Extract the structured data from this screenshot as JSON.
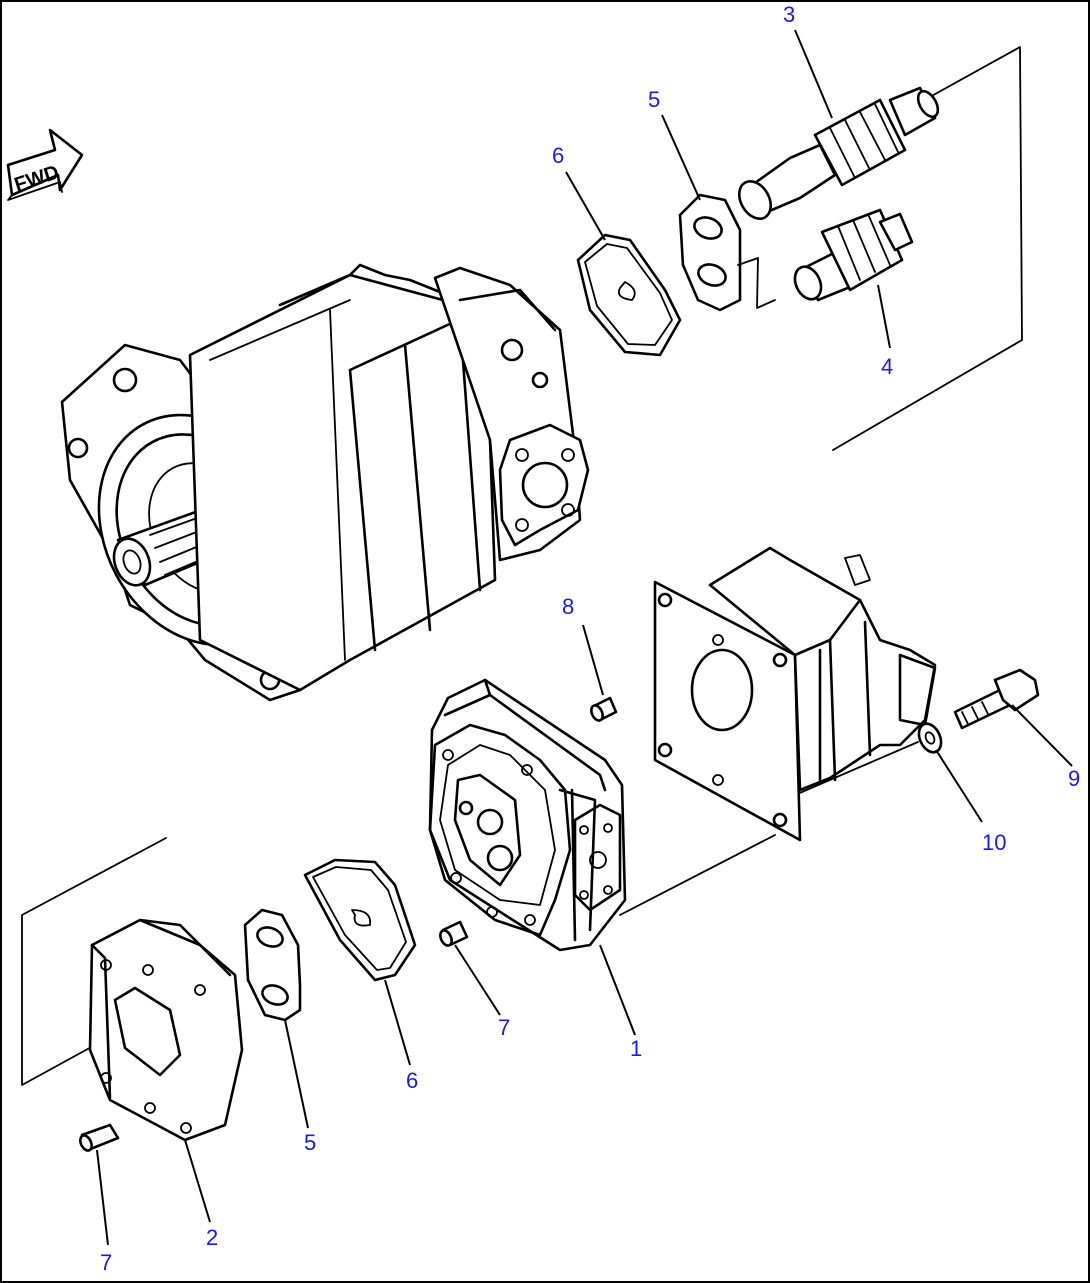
{
  "fwd_label": "FWD",
  "callouts": [
    {
      "id": "c1",
      "label": "1"
    },
    {
      "id": "c2",
      "label": "2"
    },
    {
      "id": "c3",
      "label": "3"
    },
    {
      "id": "c4",
      "label": "4"
    },
    {
      "id": "c5a",
      "label": "5"
    },
    {
      "id": "c5b",
      "label": "5"
    },
    {
      "id": "c6a",
      "label": "6"
    },
    {
      "id": "c6b",
      "label": "6"
    },
    {
      "id": "c7a",
      "label": "7"
    },
    {
      "id": "c7b",
      "label": "7"
    },
    {
      "id": "c8",
      "label": "8"
    },
    {
      "id": "c9",
      "label": "9"
    },
    {
      "id": "c10",
      "label": "10"
    }
  ],
  "colors": {
    "callout": "#1a1ae6",
    "line": "#000000"
  }
}
